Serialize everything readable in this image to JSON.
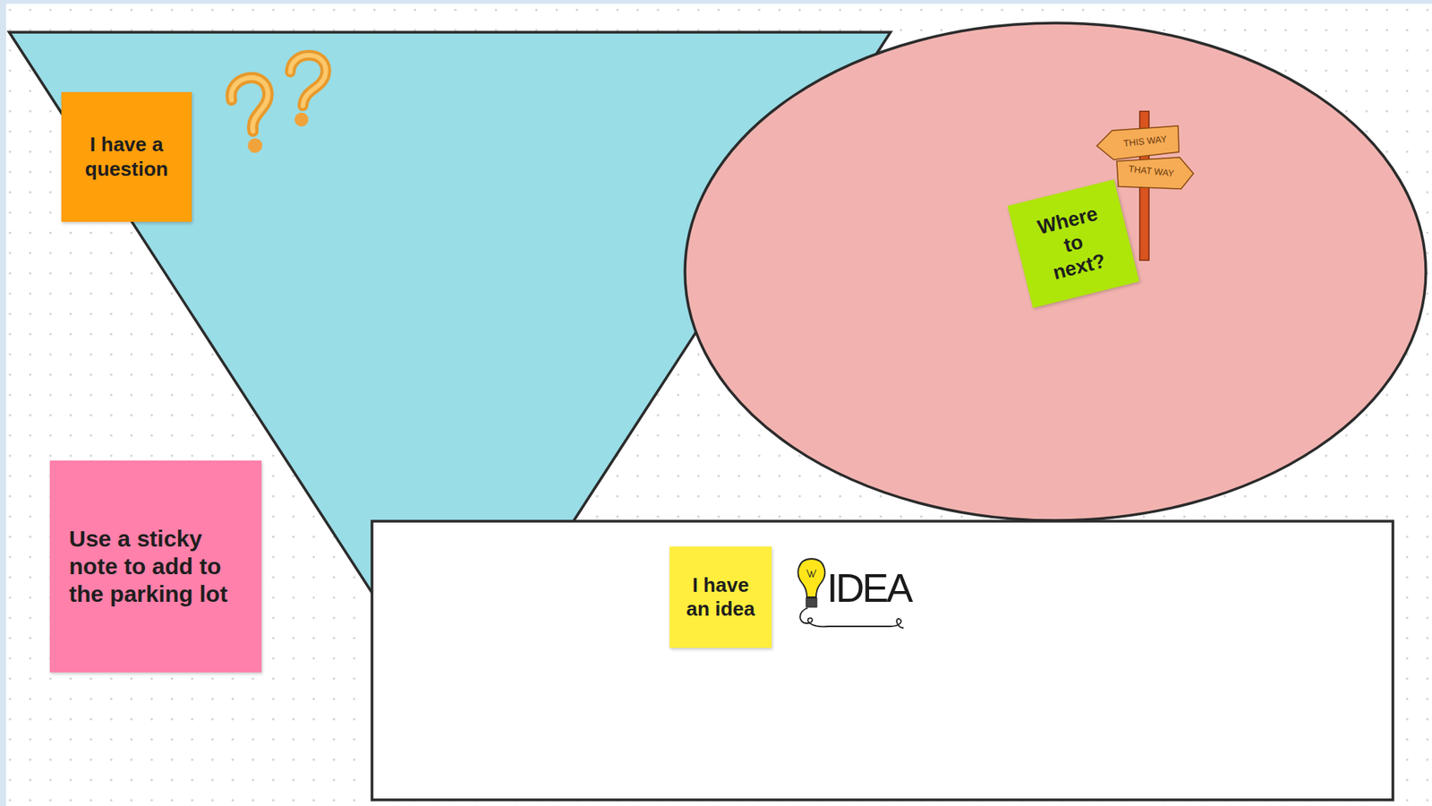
{
  "diagram": {
    "nodes": [
      {
        "text": [
          "I have a question"
        ]
      },
      {
        "text": [
          "Where to next?"
        ]
      },
      {
        "text": [
          "Use a sticky note to add to the parking lot"
        ]
      },
      {
        "text": [
          "I have an idea"
        ]
      }
    ],
    "labels": [
      "THIS WAY",
      "THAT WAY",
      "IDEA"
    ]
  }
}
